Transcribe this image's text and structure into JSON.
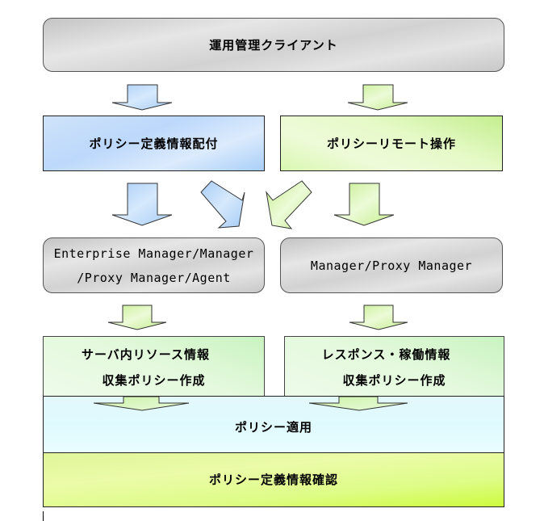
{
  "diagram": {
    "top": {
      "label": "運用管理クライアント"
    },
    "row2": {
      "left": {
        "label": "ポリシー定義情報配付"
      },
      "right": {
        "label": "ポリシーリモート操作"
      }
    },
    "row3": {
      "left": {
        "line1": "Enterprise Manager/Manager",
        "line2": "/Proxy Manager/Agent"
      },
      "right": {
        "label": "Manager/Proxy Manager"
      }
    },
    "row4": {
      "left": {
        "line1": "サーバ内リソース情報",
        "line2": "収集ポリシー作成"
      },
      "right": {
        "line1": "レスポンス・稼働情報",
        "line2": "収集ポリシー作成"
      }
    },
    "apply": {
      "label": "ポリシー適用"
    },
    "confirm": {
      "label": "ポリシー定義情報確認"
    }
  },
  "colors": {
    "blue_flow": "#bcd8fb",
    "green_flow": "#d9f7b0",
    "gray_box": "#d8d8d8",
    "apply_band": "#e3f8fb",
    "confirm_band": "#defc87"
  }
}
